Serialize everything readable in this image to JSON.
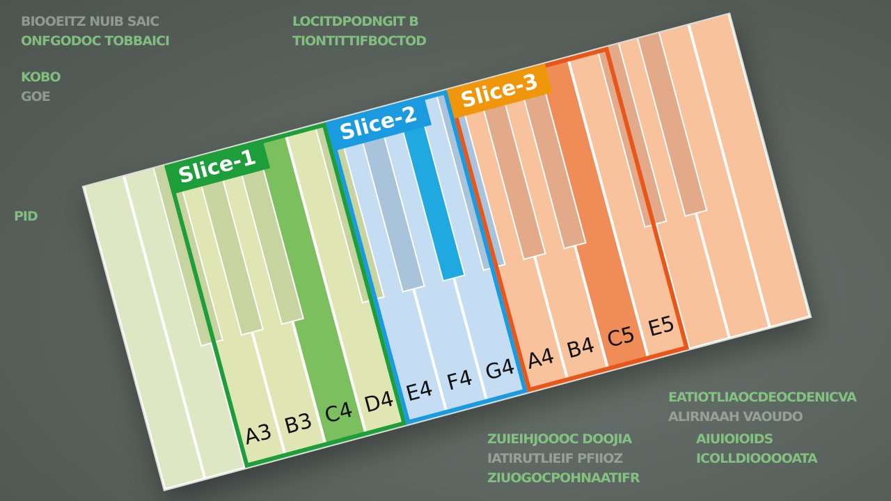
{
  "background_text": [
    "LOCITDPODNGIT B",
    "TIONTITTIFBOCTOD",
    "BIOOEITZ NUIB SAIC",
    "ONFGODOC TOBBAICI",
    "KOBO",
    "GOE",
    "PID",
    "ZUIEIHJOOOC DOOJIA",
    "IATIRUTLIEIF PFIIOZ",
    "ZIUOGOCPOHNAATIFR",
    "EATIOTLIAOCDEOCDENICVA",
    "ALIRNAAH VAOUDO",
    "AIUIOIOIDS",
    "ICOLLDIOOOOATA"
  ],
  "slices": [
    {
      "label": "Slice-1",
      "color": "#1e9e3a",
      "first_key": 2,
      "last_key": 5
    },
    {
      "label": "Slice-2",
      "color": "#1a9be0",
      "first_key": 6,
      "last_key": 8
    },
    {
      "label": "Slice-3",
      "color": "#e8561a",
      "first_key": 9,
      "last_key": 12
    }
  ],
  "slice3_tab_color": "#f0960a",
  "white_keys": [
    {
      "label": "",
      "fill": "#dfe6c4"
    },
    {
      "label": "",
      "fill": "#dfe6c4"
    },
    {
      "label": "A3",
      "fill": "#dfe6b4"
    },
    {
      "label": "B3",
      "fill": "#dfe6b4"
    },
    {
      "label": "C4",
      "fill": "#7cbf5e"
    },
    {
      "label": "D4",
      "fill": "#dfe6b4"
    },
    {
      "label": "E4",
      "fill": "#c4ddf2"
    },
    {
      "label": "F4",
      "fill": "#c4ddf2"
    },
    {
      "label": "G4",
      "fill": "#c4ddf2"
    },
    {
      "label": "A4",
      "fill": "#f7c29c"
    },
    {
      "label": "B4",
      "fill": "#f7c29c"
    },
    {
      "label": "C5",
      "fill": "#ef8c58"
    },
    {
      "label": "E5",
      "fill": "#f7c29c"
    },
    {
      "label": "",
      "fill": "#f7c29c"
    },
    {
      "label": "",
      "fill": "#f7c29c"
    },
    {
      "label": "",
      "fill": "#f7c29c"
    }
  ],
  "black_keys": [
    {
      "after": 1,
      "fill": "#c7d4a0"
    },
    {
      "after": 2,
      "fill": "#c7d4a0"
    },
    {
      "after": 3,
      "fill": "#c7d4a0"
    },
    {
      "after": 5,
      "fill": "#c7d4a0"
    },
    {
      "after": 6,
      "fill": "#a9c3da"
    },
    {
      "after": 7,
      "fill": "#1fa9e0"
    },
    {
      "after": 8,
      "fill": "#a9c3da"
    },
    {
      "after": 9,
      "fill": "#e2aa88"
    },
    {
      "after": 10,
      "fill": "#e2aa88"
    },
    {
      "after": 12,
      "fill": "#e2aa88"
    },
    {
      "after": 13,
      "fill": "#e2aa88"
    }
  ]
}
